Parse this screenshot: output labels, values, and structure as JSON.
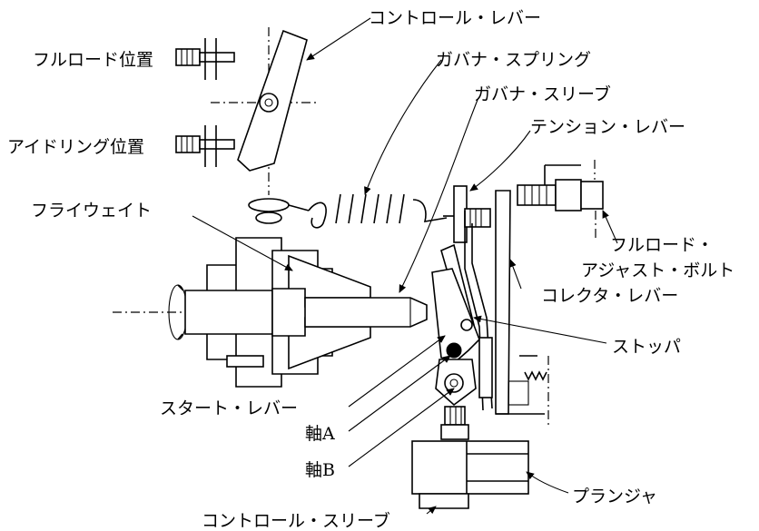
{
  "labels": {
    "control_lever": "コントロール・レバー",
    "full_load_position": "フルロード位置",
    "idling_position": "アイドリング位置",
    "governor_spring": "ガバナ・スプリング",
    "governor_sleeve": "ガバナ・スリーブ",
    "tension_lever": "テンション・レバー",
    "flyweight": "フライウェイト",
    "full_load_adjust_bolt_line1": "フルロード・",
    "full_load_adjust_bolt_line2": "アジャスト・ボルト",
    "corrector_lever": "コレクタ・レバー",
    "stopper": "ストッパ",
    "start_lever": "スタート・レバー",
    "axis_a": "軸A",
    "axis_b": "軸B",
    "plunger": "プランジャ",
    "control_sleeve": "コントロール・スリーブ"
  }
}
